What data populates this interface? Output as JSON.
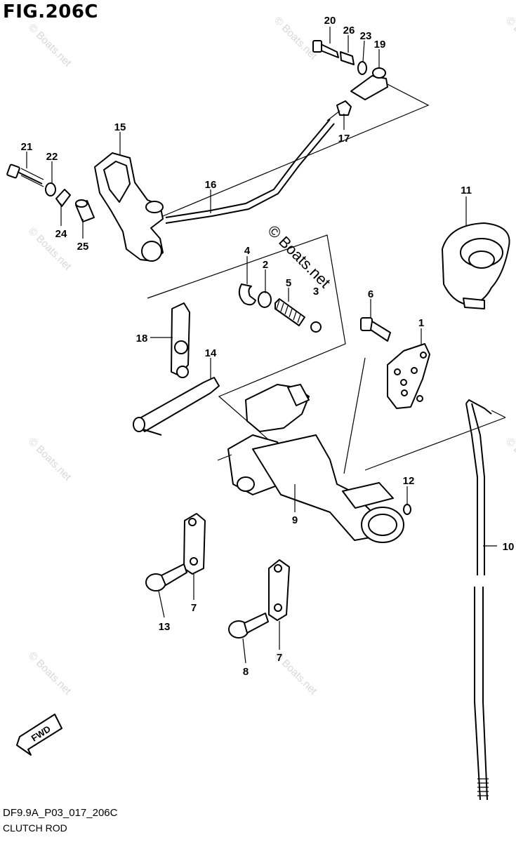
{
  "header": {
    "figure_title": "FIG.206C"
  },
  "footer": {
    "diagram_code": "DF9.9A_P03_017_206C",
    "diagram_name": "CLUTCH ROD"
  },
  "watermark": {
    "small": "© Boats.net",
    "center": "© Boats.net"
  },
  "badge": {
    "fwd": "FWD"
  },
  "callouts": {
    "c1": "1",
    "c2": "2",
    "c3": "3",
    "c4": "4",
    "c5": "5",
    "c6": "6",
    "c7a": "7",
    "c7b": "7",
    "c8": "8",
    "c9": "9",
    "c10": "10",
    "c11": "11",
    "c12": "12",
    "c13": "13",
    "c14": "14",
    "c15": "15",
    "c16": "16",
    "c17": "17",
    "c18": "18",
    "c19": "19",
    "c20": "20",
    "c21": "21",
    "c22": "22",
    "c23": "23",
    "c24": "24",
    "c25": "25",
    "c26": "26"
  }
}
